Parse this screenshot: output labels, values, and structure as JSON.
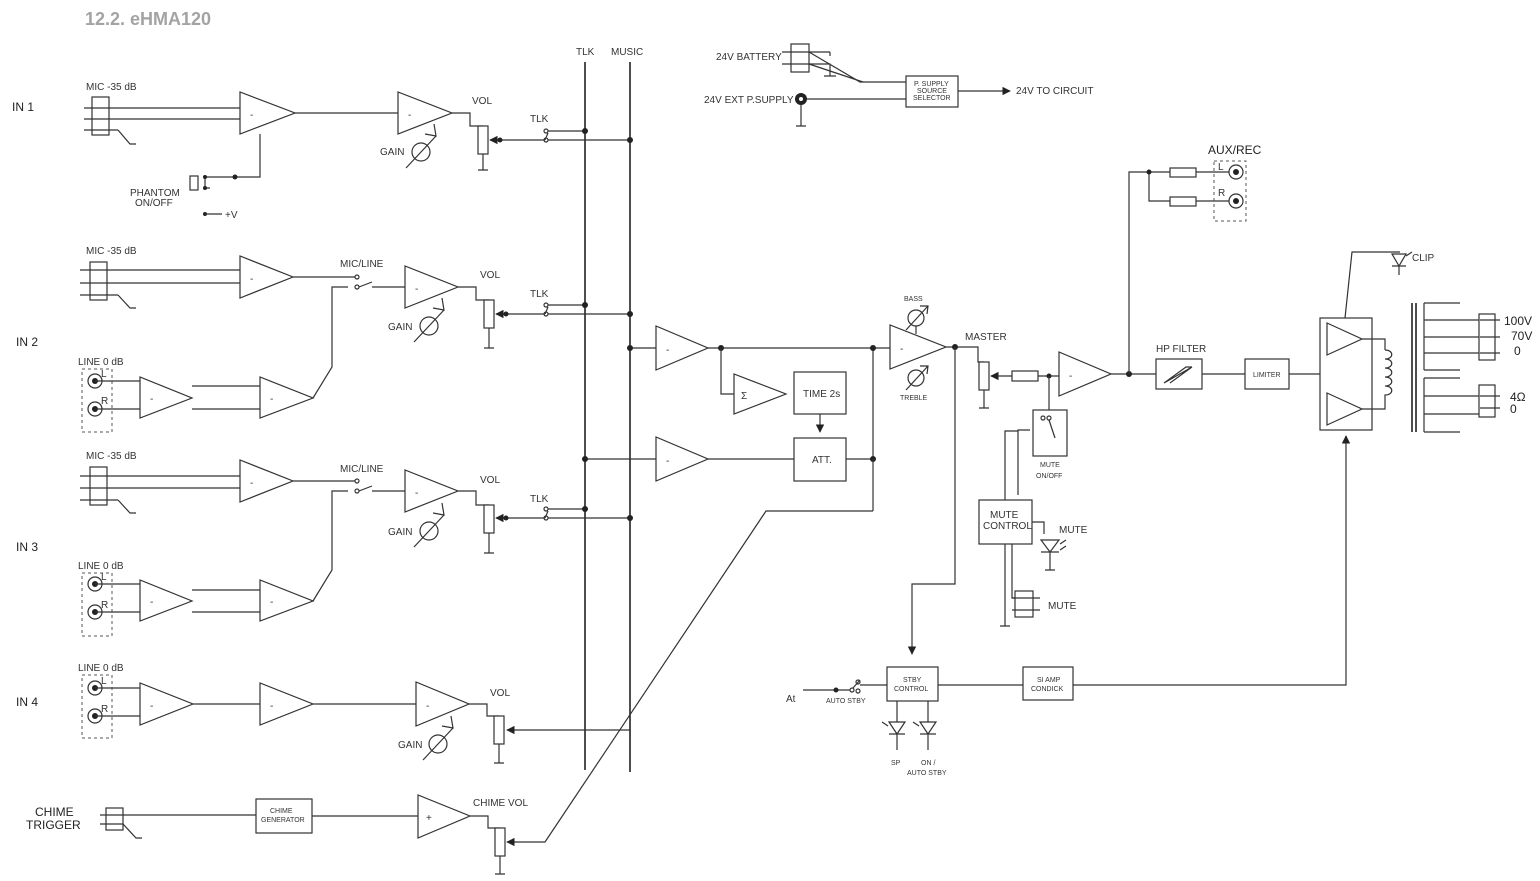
{
  "title": "12.2. eHMA120",
  "inputs": {
    "in1": "IN 1",
    "in2": "IN 2",
    "in3": "IN 3",
    "in4": "IN 4",
    "chime_trigger_1": "CHIME",
    "chime_trigger_2": "TRIGGER"
  },
  "labels": {
    "mic1": "MIC -35 dB",
    "mic2": "MIC -35 dB",
    "mic3": "MIC -35 dB",
    "line2": "LINE 0 dB",
    "line3": "LINE 0 dB",
    "line4": "LINE 0 dB",
    "phantom_1": "PHANTOM",
    "phantom_2": "ON/OFF",
    "plusv": "+V",
    "vol1": "VOL",
    "vol2": "VOL",
    "vol3": "VOL",
    "vol4": "VOL",
    "gain1": "GAIN",
    "gain2": "GAIN",
    "gain3": "GAIN",
    "gain4": "GAIN",
    "micline2": "MIC/LINE",
    "micline3": "MIC/LINE",
    "tlk1": "TLK",
    "tlk2": "TLK",
    "tlk3": "TLK",
    "bus_tlk": "TLK",
    "bus_music": "MUSIC",
    "battery": "24V BATTERY",
    "ext_supply": "24V EXT P.SUPPLY",
    "psupply_1": "P. SUPPLY",
    "psupply_2": "SOURCE",
    "psupply_3": "SELECTOR",
    "to_circuit": "24V TO CIRCUIT",
    "time": "TIME 2s",
    "att": "ATT.",
    "bass": "BASS",
    "treble": "TREBLE",
    "master": "MASTER",
    "aux_rec": "AUX/REC",
    "aux_l": "L",
    "aux_r": "R",
    "line_l2": "L",
    "line_r2": "R",
    "line_l3": "L",
    "line_r3": "R",
    "line_l4": "L",
    "line_r4": "R",
    "hp_filter": "HP FILTER",
    "limiter": "LIMITER",
    "clip": "CLIP",
    "out_100v": "100V",
    "out_70v": "70V",
    "out_0a": "0",
    "out_4ohm": "4Ω",
    "out_0b": "0",
    "mute_onoff_1": "MUTE",
    "mute_onoff_2": "ON/OFF",
    "mute_control_1": "MUTE",
    "mute_control_2": "CONTROL",
    "mute_led": "MUTE",
    "mute_in": "MUTE",
    "stby_1": "STBY",
    "stby_2": "CONTROL",
    "amp_cond_1": "SI AMP",
    "amp_cond_2": "CONDICK",
    "autostby": "AUTO STBY",
    "sp": "SP",
    "on_autostby_1": "ON /",
    "on_autostby_2": "AUTO STBY",
    "at": "At",
    "chime_gen_1": "CHIME",
    "chime_gen_2": "GENERATOR",
    "chime_vol": "CHIME VOL"
  }
}
